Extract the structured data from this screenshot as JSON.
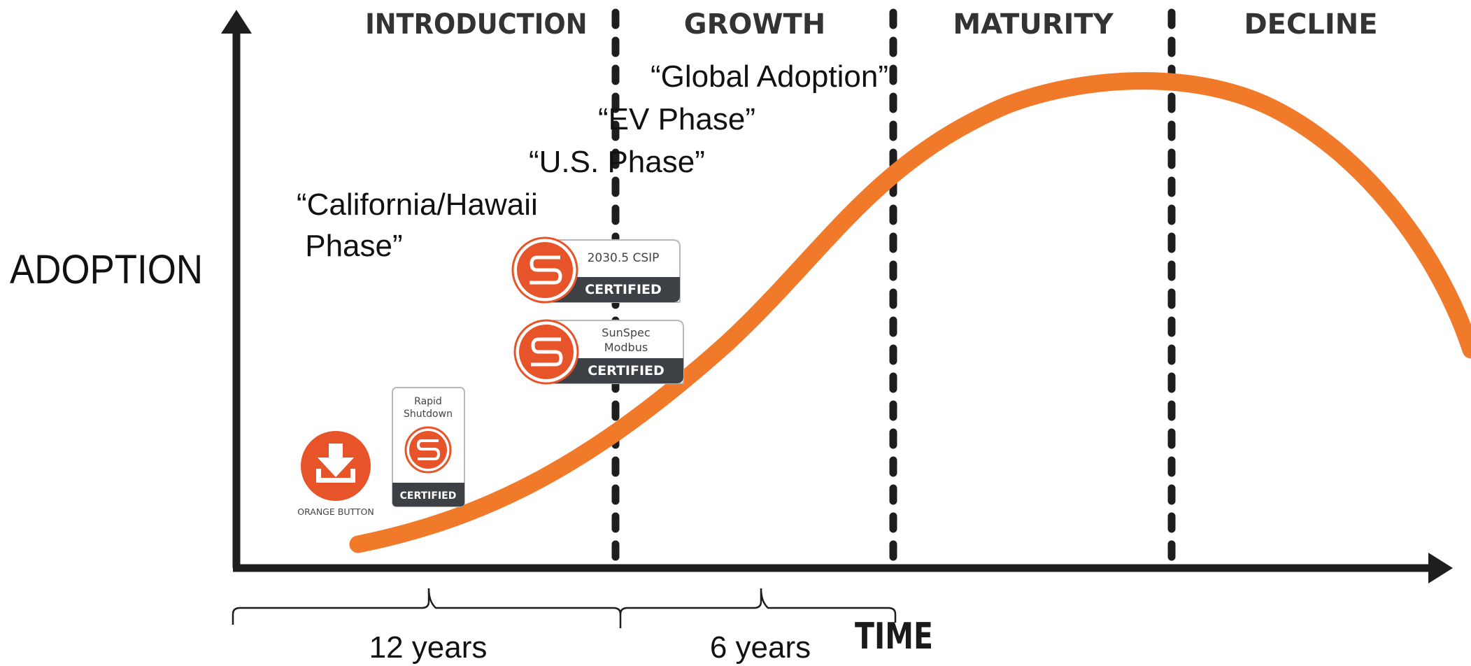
{
  "axes": {
    "y_label": "ADOPTION",
    "x_label": "TIME"
  },
  "phases": [
    "INTRODUCTION",
    "GROWTH",
    "MATURITY",
    "DECLINE"
  ],
  "milestones": [
    {
      "line1": "“Global Adoption”",
      "line2": ""
    },
    {
      "line1": "“EV Phase”",
      "line2": ""
    },
    {
      "line1": "“U.S. Phase”",
      "line2": ""
    },
    {
      "line1": "“California/Hawaii",
      "line2": " Phase”"
    }
  ],
  "durations": [
    "12 years",
    "6 years"
  ],
  "badges": {
    "orange_button": {
      "label": "ORANGE BUTTON"
    },
    "rapid_shutdown": {
      "line1": "Rapid",
      "line2": "Shutdown",
      "cert": "CERTIFIED"
    },
    "csip": {
      "line1": "2030.5 CSIP",
      "cert": "CERTIFIED"
    },
    "modbus": {
      "line1": "SunSpec",
      "line2": "Modbus",
      "cert": "CERTIFIED"
    }
  },
  "colors": {
    "curve": "#f07a2a",
    "badge_orange": "#e8542a",
    "badge_dark": "#3d4044",
    "axis": "#1e1e1e"
  }
}
